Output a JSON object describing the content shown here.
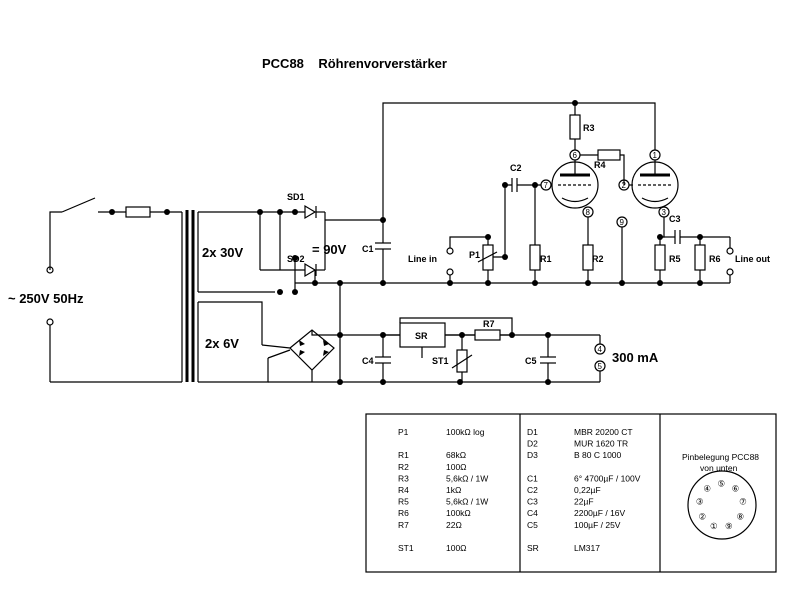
{
  "title": "PCC88    Röhrenvorverstärker",
  "mains_label": "~ 250V 50Hz",
  "winding_30v": "2x 30V",
  "winding_6v": "2x 6V",
  "voltage_90v": "= 90V",
  "current_300ma": "300 mA",
  "line_in": "Line in",
  "line_out": "Line out",
  "labels": {
    "sd1": "SD1",
    "sd2": "SD2",
    "c1": "C1",
    "c2": "C2",
    "c3": "C3",
    "c4": "C4",
    "c5": "C5",
    "r1": "R1",
    "r2": "R2",
    "r3": "R3",
    "r4": "R4",
    "r5": "R5",
    "r6": "R6",
    "r7": "R7",
    "p1": "P1",
    "st1": "ST1",
    "sr": "SR"
  },
  "pins": {
    "p1": "1",
    "p2": "2",
    "p3": "3",
    "p4": "4",
    "p5": "5",
    "p6": "6",
    "p7": "7",
    "p8": "8",
    "p9": "9"
  },
  "parts_table": {
    "col1": [
      {
        "ref": "P1",
        "val": "100kΩ log"
      },
      {
        "ref": "",
        "val": ""
      },
      {
        "ref": "R1",
        "val": "68kΩ"
      },
      {
        "ref": "R2",
        "val": "100Ω"
      },
      {
        "ref": "R3",
        "val": "5,6kΩ / 1W"
      },
      {
        "ref": "R4",
        "val": "1kΩ"
      },
      {
        "ref": "R5",
        "val": "5,6kΩ / 1W"
      },
      {
        "ref": "R6",
        "val": "100kΩ"
      },
      {
        "ref": "R7",
        "val": "22Ω"
      },
      {
        "ref": "",
        "val": ""
      },
      {
        "ref": "ST1",
        "val": "100Ω"
      }
    ],
    "col2": [
      {
        "ref": "D1",
        "val": "MBR 20200 CT"
      },
      {
        "ref": "D2",
        "val": "MUR 1620 TR"
      },
      {
        "ref": "D3",
        "val": "B 80 C 1000"
      },
      {
        "ref": "",
        "val": ""
      },
      {
        "ref": "C1",
        "val": "6° 4700µF / 100V"
      },
      {
        "ref": "C2",
        "val": "0,22µF"
      },
      {
        "ref": "C3",
        "val": "22µF"
      },
      {
        "ref": "C4",
        "val": "2200µF / 16V"
      },
      {
        "ref": "C5",
        "val": "100µF / 25V"
      },
      {
        "ref": "",
        "val": ""
      },
      {
        "ref": "SR",
        "val": "LM317"
      }
    ]
  },
  "pinout": {
    "title_line1": "Pinbelegung PCC88",
    "title_line2": "von unten",
    "pins": [
      "①",
      "②",
      "③",
      "④",
      "⑤",
      "⑥",
      "⑦",
      "⑧",
      "⑨"
    ]
  }
}
